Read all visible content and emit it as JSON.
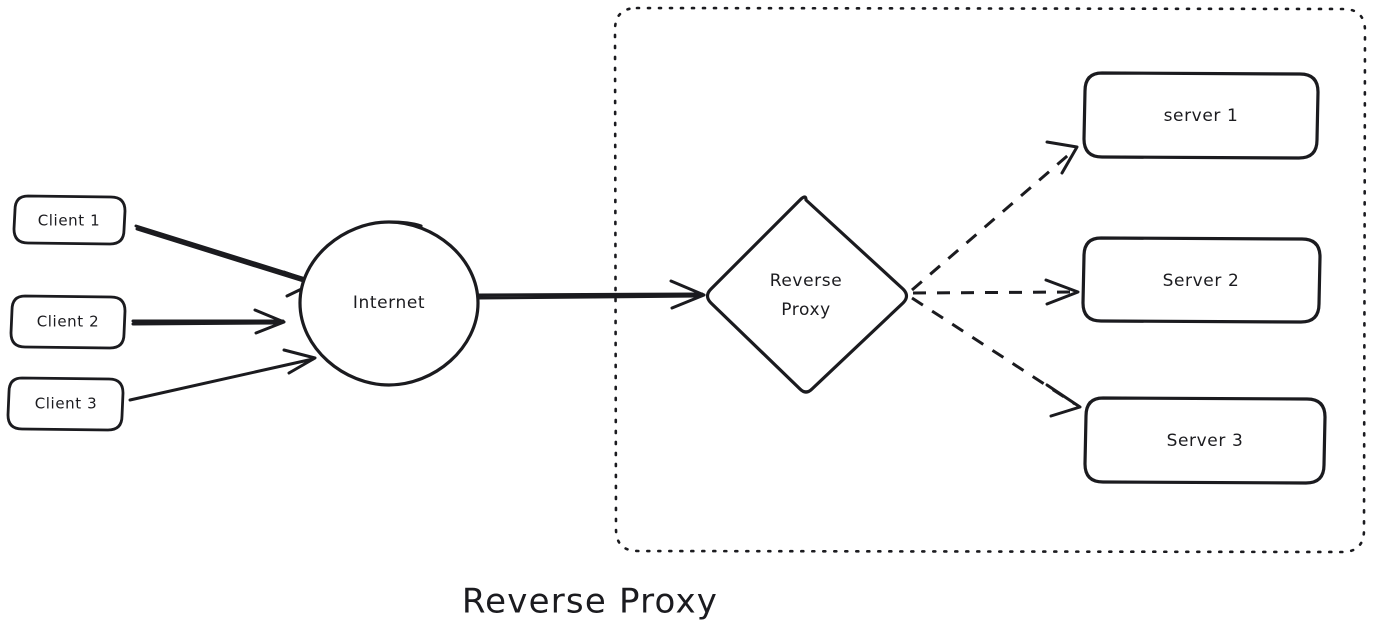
{
  "diagram": {
    "title": "Reverse Proxy",
    "type": "network-architecture-diagram",
    "style": "hand-drawn-sketch",
    "background_color": "#ffffff",
    "stroke_color": "#1b1b1f",
    "clients": [
      {
        "label": "Client 1",
        "shape": "rounded-rectangle"
      },
      {
        "label": "Client 2",
        "shape": "rounded-rectangle"
      },
      {
        "label": "Client 3",
        "shape": "rounded-rectangle"
      }
    ],
    "internet": {
      "label": "Internet",
      "shape": "circle"
    },
    "proxy": {
      "label_line1": "Reverse",
      "label_line2": "Proxy",
      "shape": "diamond"
    },
    "servers": [
      {
        "label": "server 1",
        "shape": "rounded-rectangle"
      },
      {
        "label": "Server 2",
        "shape": "rounded-rectangle"
      },
      {
        "label": "Server 3",
        "shape": "rounded-rectangle"
      }
    ],
    "group_boundary": {
      "style": "dotted-rounded-rectangle",
      "label": ""
    },
    "edges": [
      {
        "from": "Client 1",
        "to": "Internet",
        "style": "solid",
        "arrow": "end"
      },
      {
        "from": "Client 2",
        "to": "Internet",
        "style": "solid",
        "arrow": "end"
      },
      {
        "from": "Client 3",
        "to": "Internet",
        "style": "solid",
        "arrow": "end"
      },
      {
        "from": "Internet",
        "to": "Reverse Proxy",
        "style": "solid",
        "arrow": "end"
      },
      {
        "from": "Reverse Proxy",
        "to": "server 1",
        "style": "dashed",
        "arrow": "end"
      },
      {
        "from": "Reverse Proxy",
        "to": "Server 2",
        "style": "dashed",
        "arrow": "end"
      },
      {
        "from": "Reverse Proxy",
        "to": "Server 3",
        "style": "dashed",
        "arrow": "end"
      }
    ]
  }
}
